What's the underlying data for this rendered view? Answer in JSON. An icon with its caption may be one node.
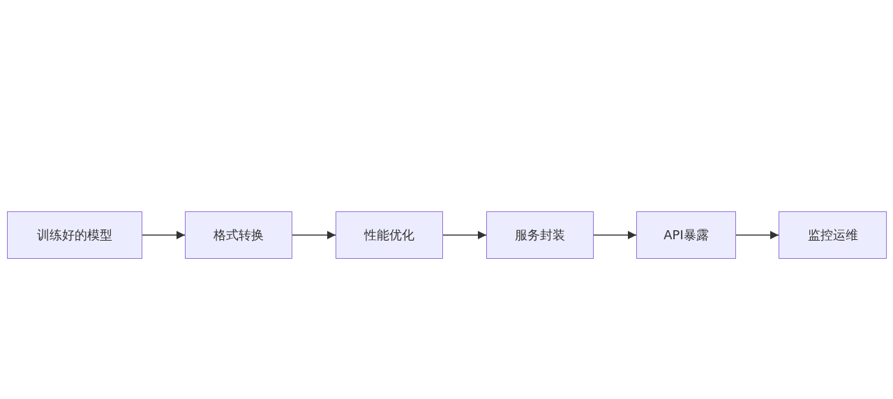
{
  "diagram": {
    "nodes": [
      {
        "text": [
          "训练好的模型"
        ]
      },
      {
        "text": [
          "格式转换"
        ]
      },
      {
        "text": [
          "性能优化"
        ]
      },
      {
        "text": [
          "服务封装"
        ]
      },
      {
        "text": [
          "API暴露"
        ]
      },
      {
        "text": [
          "监控运维"
        ]
      }
    ],
    "edges": [
      {
        "from": 0,
        "to": 1,
        "arrow": "to"
      },
      {
        "from": 1,
        "to": 2,
        "arrow": "to"
      },
      {
        "from": 2,
        "to": 3,
        "arrow": "to"
      },
      {
        "from": 3,
        "to": 4,
        "arrow": "to"
      },
      {
        "from": 4,
        "to": 5,
        "arrow": "to"
      }
    ]
  }
}
